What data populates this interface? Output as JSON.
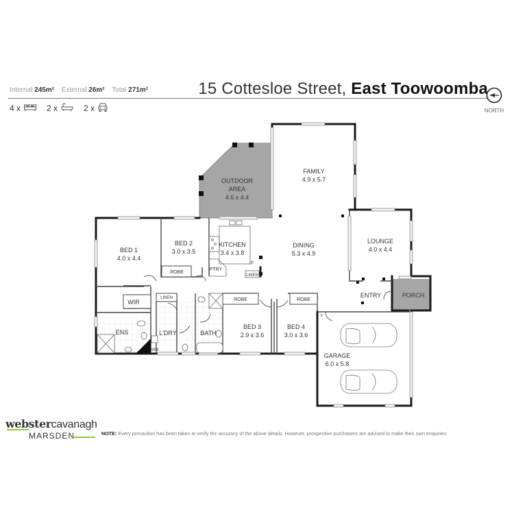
{
  "header": {
    "areas": [
      {
        "label": "Internal",
        "value": "245m²"
      },
      {
        "label": "External",
        "value": "26m²"
      },
      {
        "label": "Total",
        "value": "271m²"
      }
    ],
    "counts": [
      {
        "count": "4 x",
        "icon": "bed-icon"
      },
      {
        "count": "2 x",
        "icon": "bath-icon"
      },
      {
        "count": "2 x",
        "icon": "car-icon"
      }
    ],
    "address": {
      "street": "15 Cottesloe Street,",
      "suburb": "East Toowoomba"
    },
    "compass": {
      "label": "NORTH",
      "icon": "north-arrow-icon"
    }
  },
  "rooms": {
    "outdoor": {
      "name1": "OUTDOOR",
      "name2": "AREA",
      "dims": "4.6 x 4.4"
    },
    "family": {
      "name": "FAMILY",
      "dims": "4.9 x 5.7"
    },
    "bed1": {
      "name": "BED 1",
      "dims": "4.0 x 4.4"
    },
    "bed2": {
      "name": "BED 2",
      "dims": "3.0 x 3.5"
    },
    "kitchen": {
      "name": "KITCHEN",
      "dims": "3.4 x 3.8"
    },
    "dining": {
      "name": "DINING",
      "dims": "5.3 x 4.9"
    },
    "lounge": {
      "name": "LOUNGE",
      "dims": "4.0 x 4.4"
    },
    "bed3": {
      "name": "BED 3",
      "dims": "2.9 x 3.6"
    },
    "bed4": {
      "name": "BED 4",
      "dims": "3.0 x 3.6"
    },
    "garage": {
      "name": "GARAGE",
      "dims": "6.0 x 5.8"
    },
    "wir": {
      "name": "WIR"
    },
    "ens": {
      "name": "ENS"
    },
    "ldry": {
      "name": "L'DRY"
    },
    "bath": {
      "name": "BATH"
    },
    "entry": {
      "name": "ENTRY"
    },
    "porch": {
      "name": "PORCH"
    }
  },
  "small_labels": {
    "robe_bed2": "ROBE",
    "robe_bed3": "ROBE",
    "robe_bed4": "ROBE",
    "pantry": "PTRY",
    "fridge": "F",
    "linen_kitchen": "LINEN",
    "linen_hall": "LINEN",
    "wm": "WM",
    "step": "S"
  },
  "footer": {
    "logo": {
      "part1": "webster",
      "part2": "cavanagh",
      "part3": "MARSDEN"
    },
    "note_label": "NOTE:",
    "note_text": "Every precaution has been taken to verify the accuracy of the above details. However, prospective purchasers are advised to make their own enquiries."
  },
  "colors": {
    "wall": "#1a1a1a",
    "thin_wall": "#555555",
    "outdoor_fill": "#a6a6a6",
    "window": "#e0e0e0",
    "accent_green": "#8cc63f"
  }
}
